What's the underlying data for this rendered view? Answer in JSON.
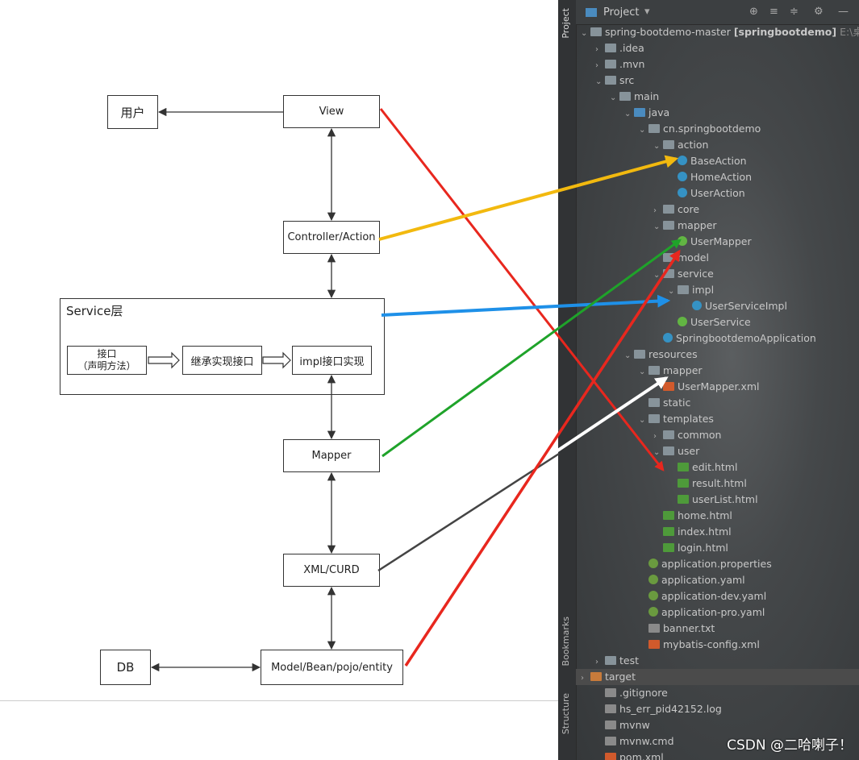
{
  "diagram": {
    "user": "用户",
    "view": "View",
    "controller": "Controller/Action",
    "service_title": "Service层",
    "iface_line1": "接口",
    "iface_line2": "（声明方法）",
    "inherit": "继承实现接口",
    "impl": "impl接口实现",
    "mapper": "Mapper",
    "xml": "XML/CURD",
    "db": "DB",
    "model": "Model/Bean/pojo/entity"
  },
  "ide": {
    "panel_title": "Project",
    "side_project": "Project",
    "side_bookmarks": "Bookmarks",
    "side_structure": "Structure",
    "tree": [
      {
        "label": "spring-bootdemo-master",
        "extra": "[springbootdemo]",
        "path": "E:\\桌面"
      },
      {
        "label": ".idea"
      },
      {
        "label": ".mvn"
      },
      {
        "label": "src"
      },
      {
        "label": "main"
      },
      {
        "label": "java"
      },
      {
        "label": "cn.springbootdemo"
      },
      {
        "label": "action"
      },
      {
        "label": "BaseAction"
      },
      {
        "label": "HomeAction"
      },
      {
        "label": "UserAction"
      },
      {
        "label": "core"
      },
      {
        "label": "mapper"
      },
      {
        "label": "UserMapper"
      },
      {
        "label": "model"
      },
      {
        "label": "service"
      },
      {
        "label": "impl"
      },
      {
        "label": "UserServiceImpl"
      },
      {
        "label": "UserService"
      },
      {
        "label": "SpringbootdemoApplication"
      },
      {
        "label": "resources"
      },
      {
        "label": "mapper"
      },
      {
        "label": "UserMapper.xml"
      },
      {
        "label": "static"
      },
      {
        "label": "templates"
      },
      {
        "label": "common"
      },
      {
        "label": "user"
      },
      {
        "label": "edit.html"
      },
      {
        "label": "result.html"
      },
      {
        "label": "userList.html"
      },
      {
        "label": "home.html"
      },
      {
        "label": "index.html"
      },
      {
        "label": "login.html"
      },
      {
        "label": "application.properties"
      },
      {
        "label": "application.yaml"
      },
      {
        "label": "application-dev.yaml"
      },
      {
        "label": "application-pro.yaml"
      },
      {
        "label": "banner.txt"
      },
      {
        "label": "mybatis-config.xml"
      },
      {
        "label": "test"
      },
      {
        "label": "target"
      },
      {
        "label": ".gitignore"
      },
      {
        "label": "hs_err_pid42152.log"
      },
      {
        "label": "mvnw"
      },
      {
        "label": "mvnw.cmd"
      },
      {
        "label": "pom.xml"
      }
    ]
  },
  "watermark": "CSDN @二哈喇子！",
  "colors": {
    "red": "#e8271e",
    "yellow": "#f2b90f",
    "blue": "#1e90e8",
    "green": "#1fa32a",
    "dark": "#333333",
    "white": "#ffffff"
  }
}
